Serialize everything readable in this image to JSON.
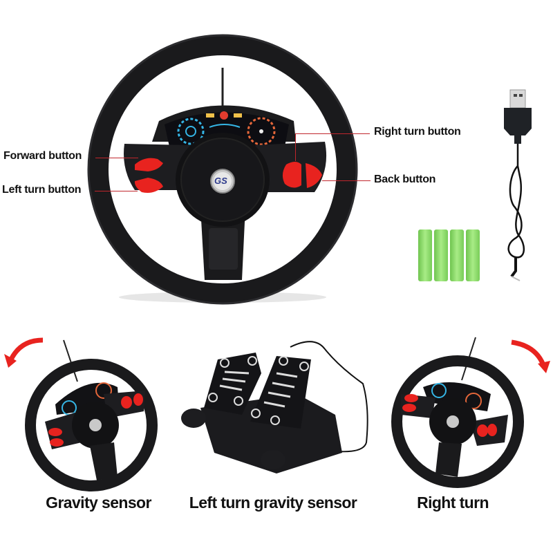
{
  "main_wheel": {
    "logo_text": "GS",
    "callouts": {
      "forward": "Forward button",
      "left_turn": "Left turn button",
      "right_turn": "Right turn button",
      "back": "Back button"
    }
  },
  "accessories": {
    "usb_cable": "usb-charging-cable",
    "batteries": {
      "count": 4,
      "color": "#8fd96b"
    }
  },
  "bottom_panels": [
    {
      "caption": "Gravity sensor",
      "arrow": "rotate-left-arrow"
    },
    {
      "caption": "Left turn gravity sensor"
    },
    {
      "caption": "Right turn",
      "arrow": "rotate-right-arrow"
    }
  ],
  "colors": {
    "button_red": "#e8231f",
    "wheel_black": "#1a1a1c",
    "leader_line": "#c0262c",
    "arrow_red": "#e8231f",
    "gauge_blue": "#35b6e6",
    "gauge_orange": "#e5673a"
  }
}
